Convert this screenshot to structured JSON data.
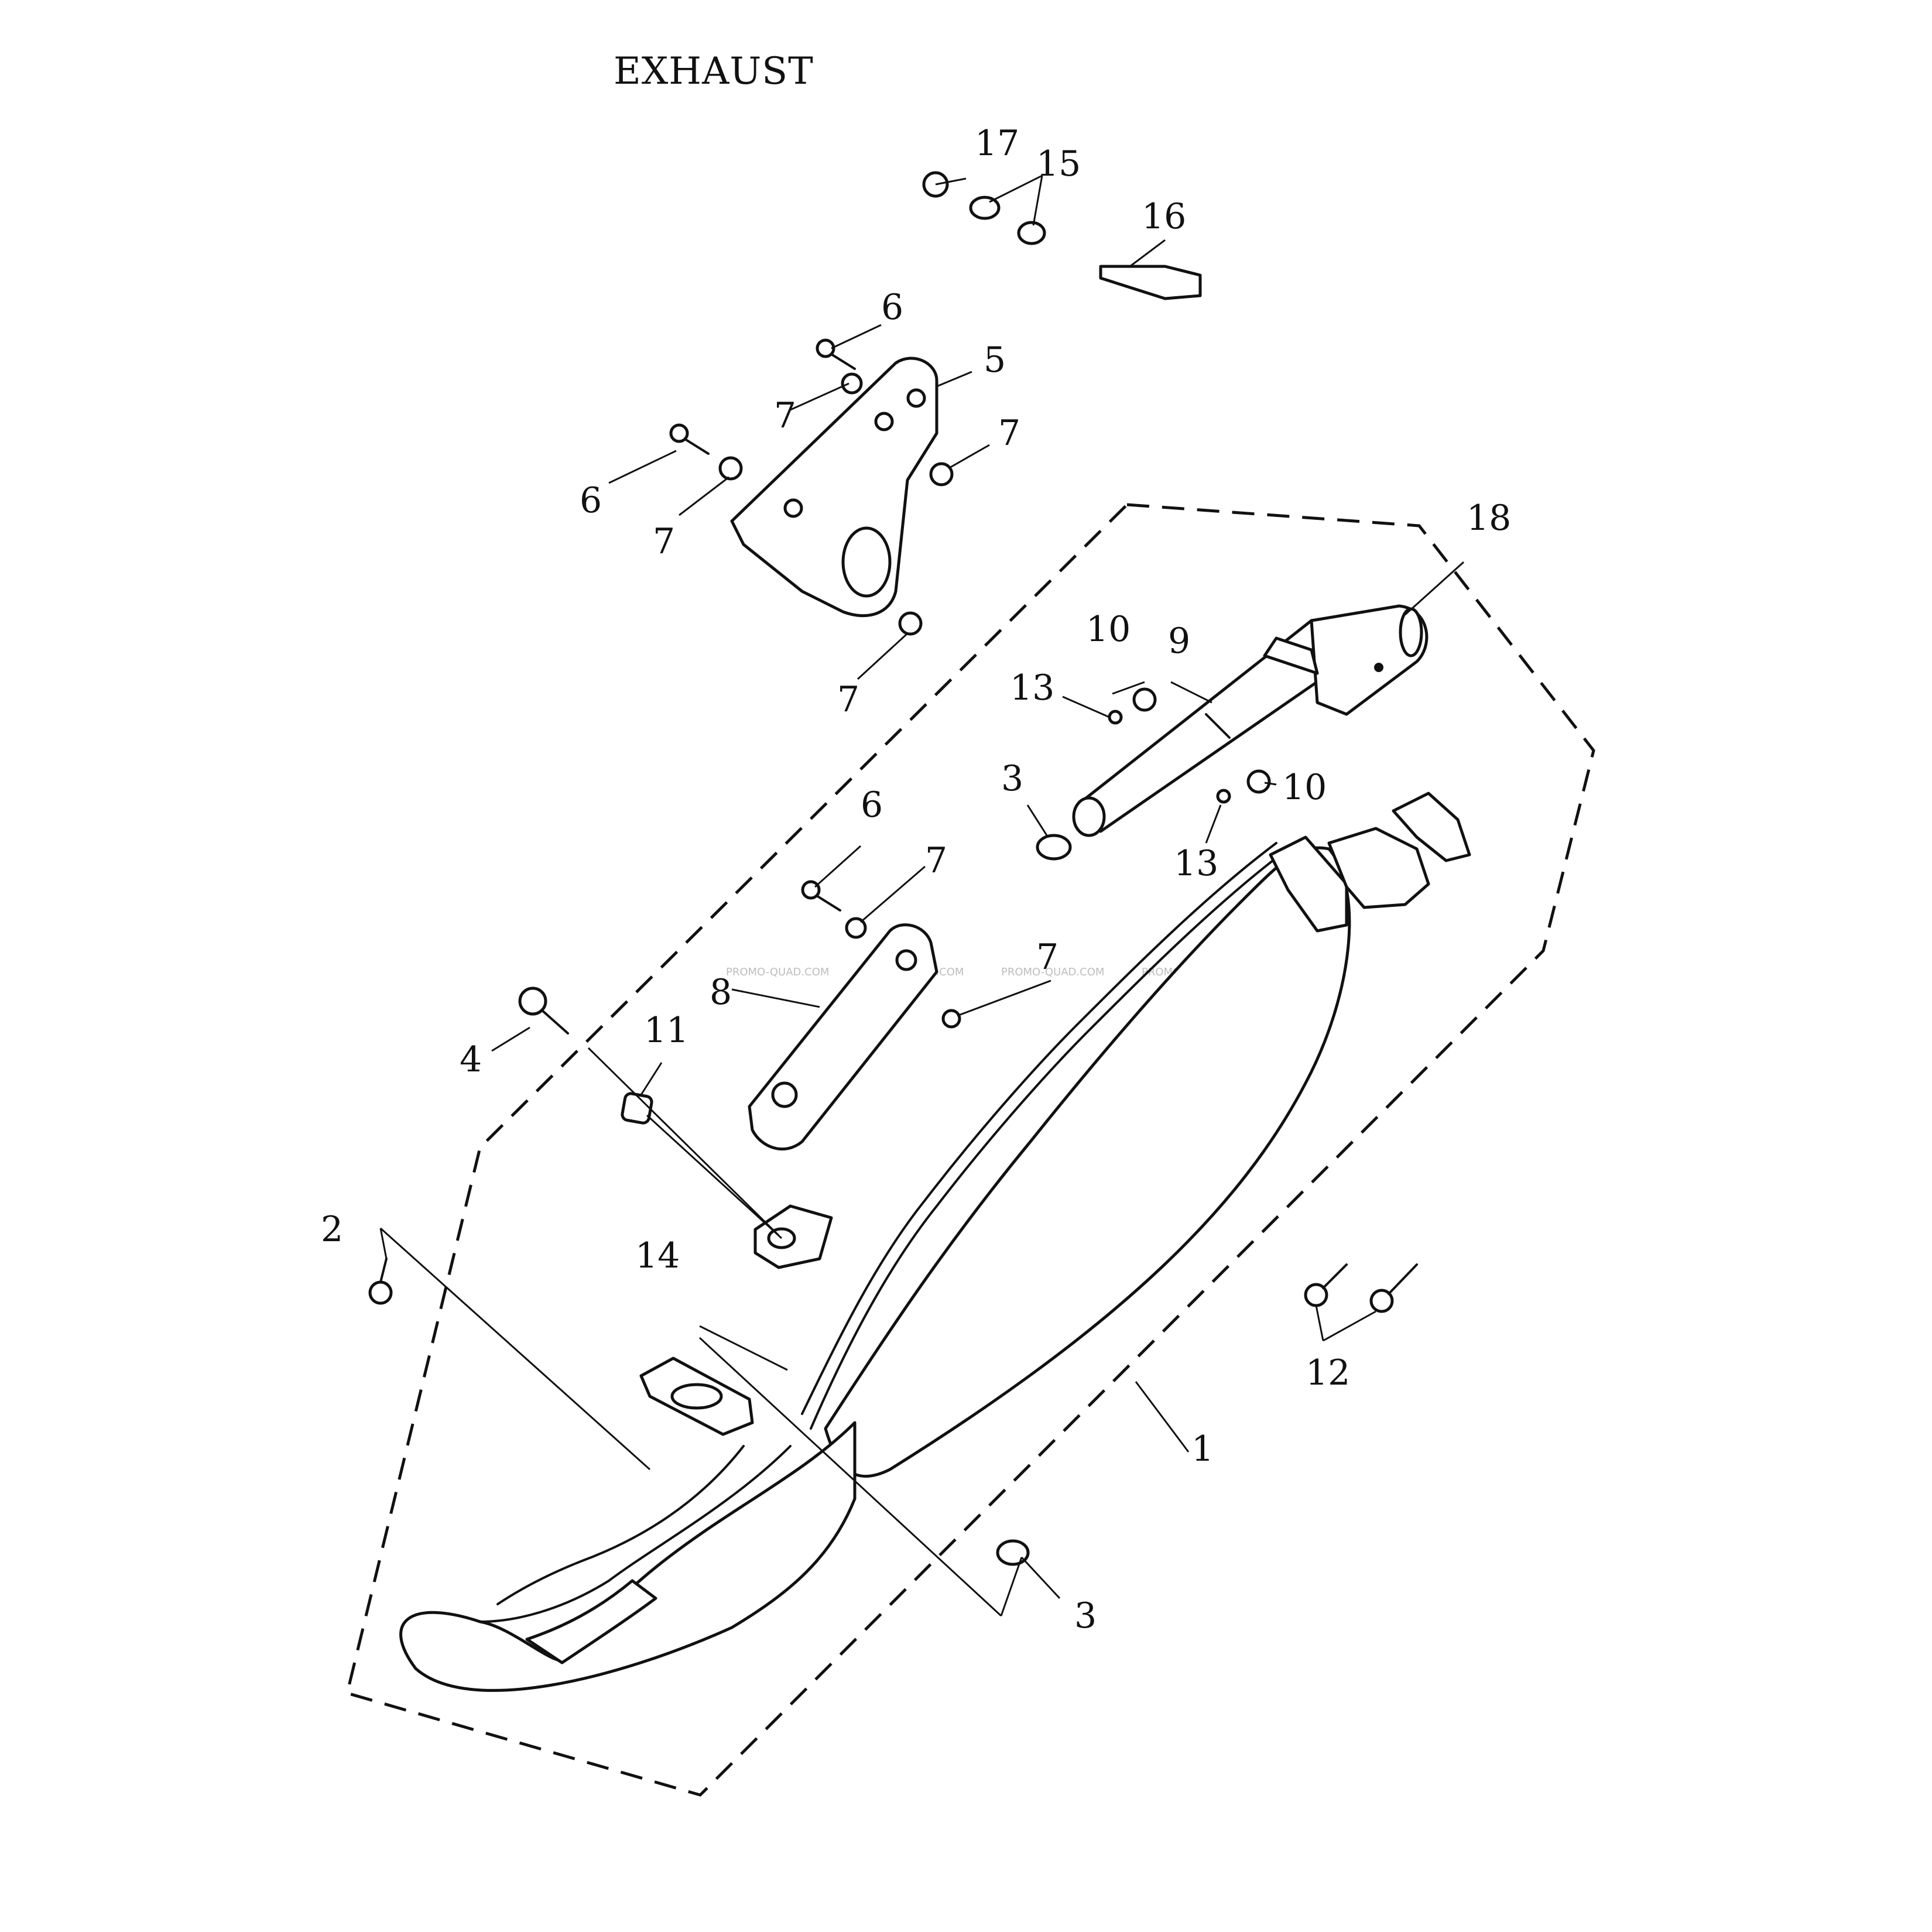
{
  "title": "EXHAUST",
  "watermark": "PROMO-QUAD.COM",
  "callouts": [
    {
      "id": "c1",
      "text": "1"
    },
    {
      "id": "c2",
      "text": "2"
    },
    {
      "id": "c3a",
      "text": "3"
    },
    {
      "id": "c3b",
      "text": "3"
    },
    {
      "id": "c4",
      "text": "4"
    },
    {
      "id": "c5",
      "text": "5"
    },
    {
      "id": "c6a",
      "text": "6"
    },
    {
      "id": "c6b",
      "text": "6"
    },
    {
      "id": "c6c",
      "text": "6"
    },
    {
      "id": "c7a",
      "text": "7"
    },
    {
      "id": "c7b",
      "text": "7"
    },
    {
      "id": "c7c",
      "text": "7"
    },
    {
      "id": "c7d",
      "text": "7"
    },
    {
      "id": "c7e",
      "text": "7"
    },
    {
      "id": "c7f",
      "text": "7"
    },
    {
      "id": "c8",
      "text": "8"
    },
    {
      "id": "c9",
      "text": "9"
    },
    {
      "id": "c10a",
      "text": "10"
    },
    {
      "id": "c10b",
      "text": "10"
    },
    {
      "id": "c11",
      "text": "11"
    },
    {
      "id": "c12",
      "text": "12"
    },
    {
      "id": "c13a",
      "text": "13"
    },
    {
      "id": "c13b",
      "text": "13"
    },
    {
      "id": "c14",
      "text": "14"
    },
    {
      "id": "c15",
      "text": "15"
    },
    {
      "id": "c16",
      "text": "16"
    },
    {
      "id": "c17",
      "text": "17"
    },
    {
      "id": "c18",
      "text": "18"
    }
  ]
}
